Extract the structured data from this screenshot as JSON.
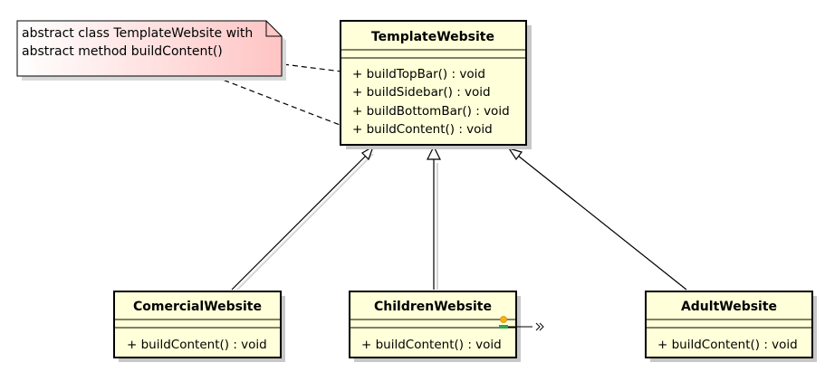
{
  "note": {
    "line1": "abstract class TemplateWebsite with",
    "line2": "abstract method buildContent()",
    "fill": "#ffd6d6"
  },
  "classes": {
    "template_website": {
      "name": "TemplateWebsite",
      "operations": [
        "+ buildTopBar() : void",
        "+ buildSidebar() : void",
        "+ buildBottomBar() : void",
        "+ buildContent() : void"
      ]
    },
    "comercial_website": {
      "name": "ComercialWebsite",
      "operations": [
        "+ buildContent() : void"
      ]
    },
    "children_website": {
      "name": "ChildrenWebsite",
      "operations": [
        "+ buildContent() : void"
      ]
    },
    "adult_website": {
      "name": "AdultWebsite",
      "operations": [
        "+ buildContent() : void"
      ]
    }
  },
  "colors": {
    "class_fill": "#ffffd9",
    "shadow": "#c8c8c8",
    "outline": "#000000"
  }
}
